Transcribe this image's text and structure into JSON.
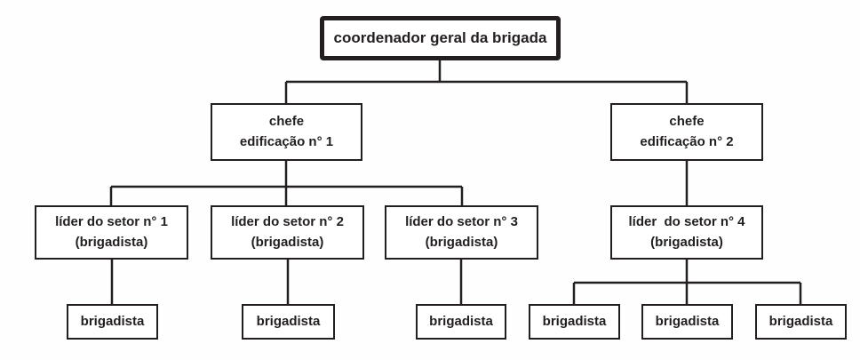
{
  "diagram": {
    "type": "org-chart",
    "language": "pt-BR",
    "colors": {
      "background": "#ffffff",
      "box_fill": "#ffffff",
      "box_border": "#231f20",
      "text": "#231f20",
      "line": "#231f20"
    },
    "nodes": {
      "root": {
        "label": "coordenador geral da brigada",
        "level": 1
      },
      "chefe1": {
        "label": "chefe\nedificação n° 1",
        "level": 2,
        "parent": "root"
      },
      "chefe2": {
        "label": "chefe\nedificação n° 2",
        "level": 2,
        "parent": "root"
      },
      "lider1": {
        "label": "líder do setor n° 1\n(brigadista)",
        "level": 3,
        "parent": "chefe1"
      },
      "lider2": {
        "label": "líder do setor n° 2\n(brigadista)",
        "level": 3,
        "parent": "chefe1"
      },
      "lider3": {
        "label": "líder do setor n° 3\n(brigadista)",
        "level": 3,
        "parent": "chefe1"
      },
      "lider4": {
        "label": "líder  do setor n° 4\n(brigadista)",
        "level": 3,
        "parent": "chefe2"
      },
      "brigadista1": {
        "label": "brigadista",
        "level": 4,
        "parent": "lider1"
      },
      "brigadista2": {
        "label": "brigadista",
        "level": 4,
        "parent": "lider2"
      },
      "brigadista3": {
        "label": "brigadista",
        "level": 4,
        "parent": "lider3"
      },
      "brigadista4": {
        "label": "brigadista",
        "level": 4,
        "parent": "lider4"
      },
      "brigadista5": {
        "label": "brigadista",
        "level": 4,
        "parent": "lider4"
      },
      "brigadista6": {
        "label": "brigadista",
        "level": 4,
        "parent": "lider4"
      }
    }
  }
}
